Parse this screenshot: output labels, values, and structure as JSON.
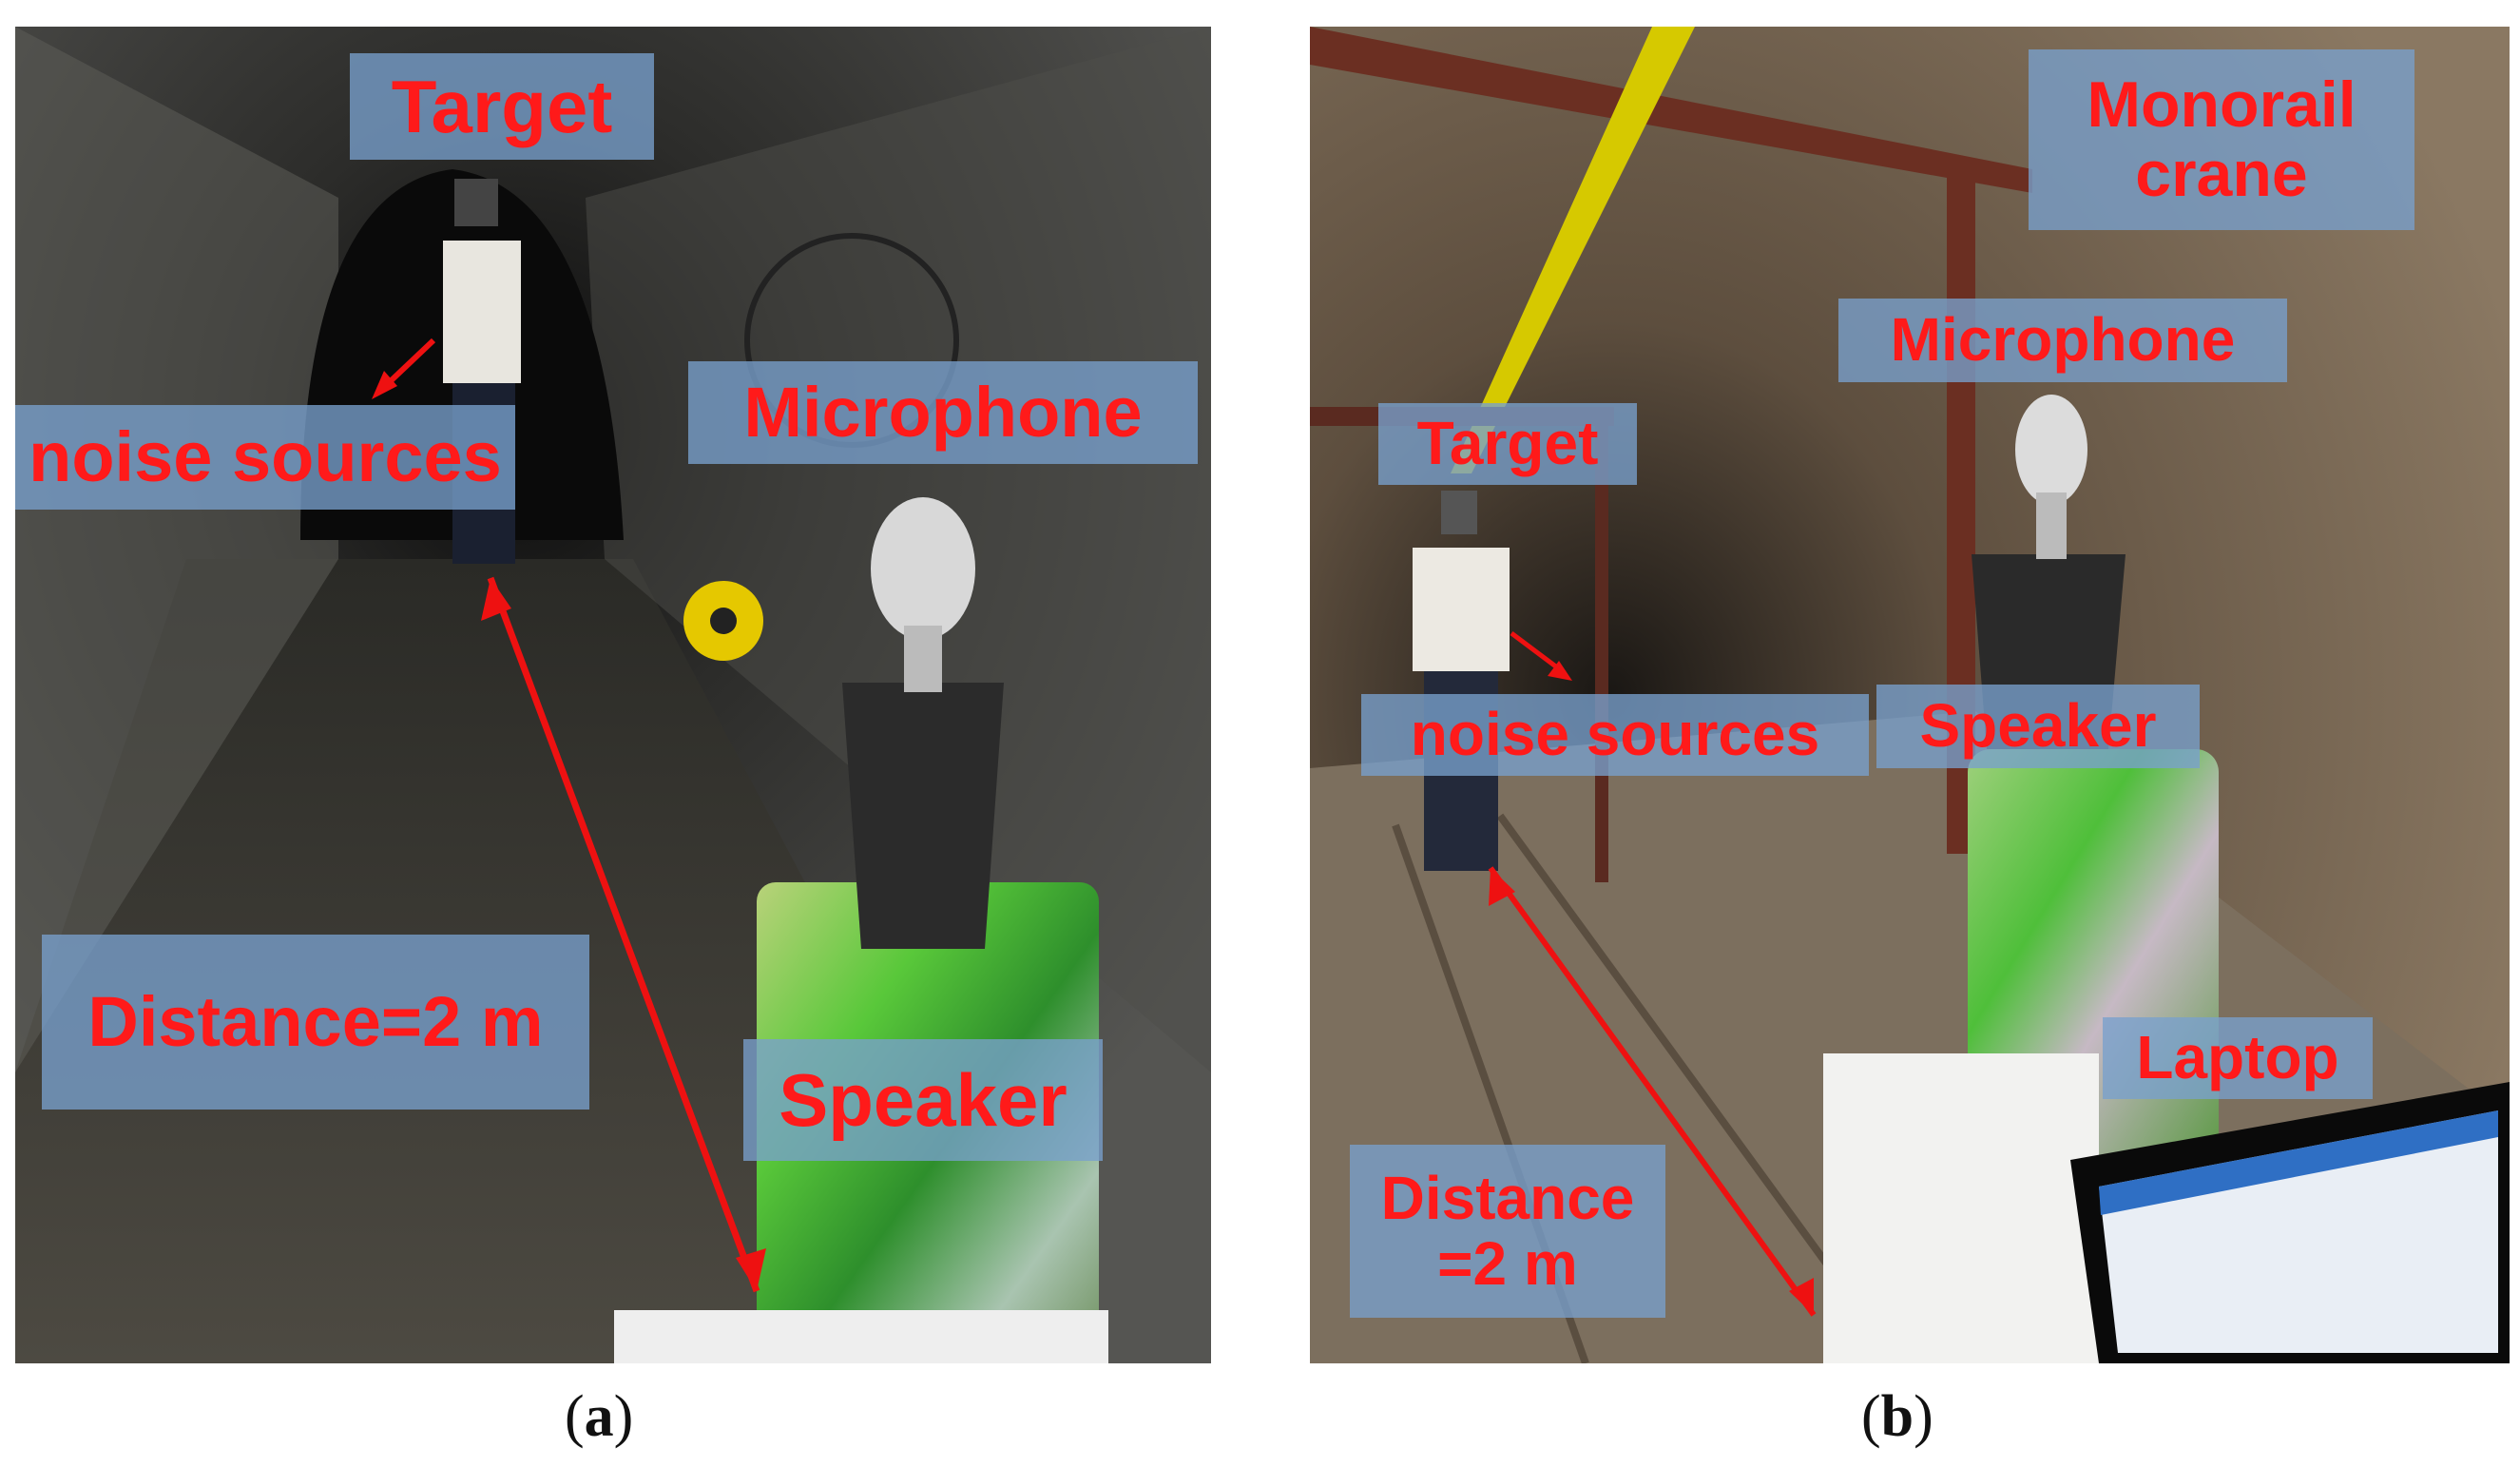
{
  "panel_a": {
    "caption_open": "(",
    "caption_letter": "a",
    "caption_close": ")",
    "labels": {
      "target": "Target",
      "noise_sources": "noise sources",
      "microphone": "Microphone",
      "distance": "Distance=2 m",
      "speaker": "Speaker"
    }
  },
  "panel_b": {
    "caption_open": "(",
    "caption_letter": "b",
    "caption_close": ")",
    "labels": {
      "monorail_crane": "Monorail\ncrane",
      "microphone": "Microphone",
      "target": "Target",
      "noise_sources": "noise sources",
      "speaker": "Speaker",
      "laptop": "Laptop",
      "distance": "Distance\n=2 m"
    }
  },
  "colors": {
    "label_text": "#ff1a1a",
    "label_bg": "#78a0cd",
    "arrow": "#ee1111"
  }
}
